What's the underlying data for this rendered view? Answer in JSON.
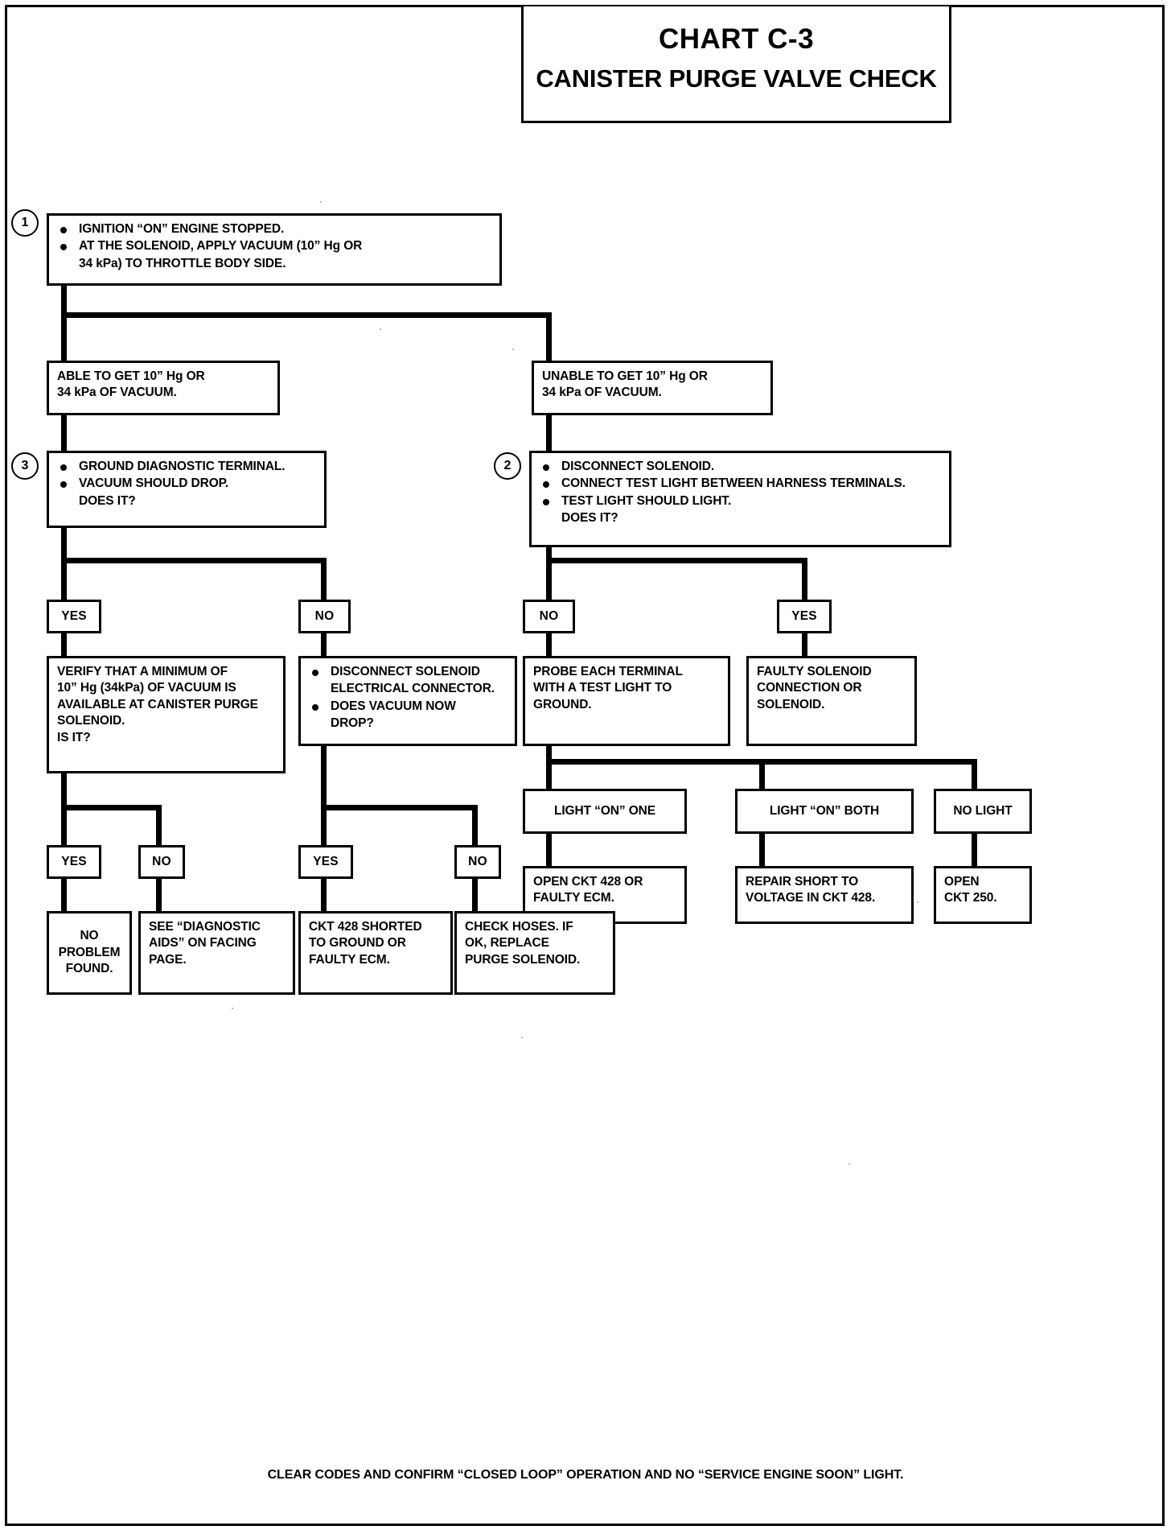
{
  "header": {
    "chart_number": "CHART C-3",
    "chart_title": "CANISTER PURGE VALVE CHECK"
  },
  "steps": {
    "one": "1",
    "two": "2",
    "three": "3"
  },
  "nodes": {
    "step1": {
      "name": "ignition-on-apply-vacuum",
      "lines": [
        "IGNITION “ON” ENGINE STOPPED.",
        "AT THE SOLENOID, APPLY VACUUM (10” Hg OR",
        "34 kPa) TO THROTTLE BODY SIDE."
      ]
    },
    "able": {
      "name": "able-to-get-vacuum",
      "lines": [
        "ABLE TO GET 10” Hg OR",
        "34 kPa OF VACUUM."
      ]
    },
    "unable": {
      "name": "unable-to-get-vacuum",
      "lines": [
        "UNABLE TO GET 10” Hg OR",
        "34 kPa OF VACUUM."
      ]
    },
    "step3": {
      "name": "ground-diagnostic-terminal",
      "lines": [
        "GROUND DIAGNOSTIC TERMINAL.",
        "VACUUM SHOULD DROP.",
        "DOES IT?"
      ]
    },
    "step2": {
      "name": "disconnect-solenoid-test-light",
      "lines": [
        "DISCONNECT SOLENOID.",
        "CONNECT TEST LIGHT BETWEEN HARNESS TERMINALS.",
        "TEST LIGHT SHOULD LIGHT.",
        "DOES IT?"
      ]
    },
    "verify": {
      "name": "verify-minimum-vacuum",
      "lines": [
        "VERIFY THAT A MINIMUM OF",
        "10” Hg (34kPa) OF VACUUM IS",
        "AVAILABLE AT CANISTER PURGE",
        "SOLENOID.",
        "IS IT?"
      ]
    },
    "disconnect_elec": {
      "name": "disconnect-solenoid-electrical-connector",
      "lines": [
        "DISCONNECT SOLENOID",
        "ELECTRICAL CONNECTOR.",
        "DOES VACUUM NOW",
        "DROP?"
      ]
    },
    "probe": {
      "name": "probe-each-terminal",
      "lines": [
        "PROBE EACH TERMINAL",
        "WITH A TEST LIGHT TO",
        "GROUND."
      ]
    },
    "faulty_solenoid": {
      "name": "faulty-solenoid-connection",
      "lines": [
        "FAULTY SOLENOID",
        "CONNECTION OR",
        "SOLENOID."
      ]
    },
    "light_one": {
      "name": "light-on-one",
      "lines": [
        "LIGHT “ON” ONE"
      ]
    },
    "light_both": {
      "name": "light-on-both",
      "lines": [
        "LIGHT “ON” BOTH"
      ]
    },
    "no_light": {
      "name": "no-light",
      "lines": [
        "NO LIGHT"
      ]
    },
    "open_ckt428": {
      "name": "open-ckt-428-or-faulty-ecm",
      "lines": [
        "OPEN CKT 428 OR",
        "FAULTY ECM."
      ]
    },
    "repair_short": {
      "name": "repair-short-to-voltage",
      "lines": [
        "REPAIR SHORT TO",
        "VOLTAGE IN CKT 428."
      ]
    },
    "open_ckt250": {
      "name": "open-ckt-250",
      "lines": [
        "OPEN",
        "CKT 250."
      ]
    },
    "no_problem": {
      "name": "no-problem-found",
      "lines": [
        "NO",
        "PROBLEM",
        "FOUND."
      ]
    },
    "see_aids": {
      "name": "see-diagnostic-aids",
      "lines": [
        "SEE “DIAGNOSTIC",
        "AIDS” ON FACING",
        "PAGE."
      ]
    },
    "ckt428_short": {
      "name": "ckt-428-shorted-to-ground",
      "lines": [
        "CKT 428 SHORTED",
        "TO GROUND OR",
        "FAULTY ECM."
      ]
    },
    "check_hoses": {
      "name": "check-hoses-replace-purge-solenoid",
      "lines": [
        "CHECK HOSES.  IF",
        "OK, REPLACE",
        "PURGE SOLENOID."
      ]
    }
  },
  "answers": {
    "yes": "YES",
    "no": "NO"
  },
  "footer": {
    "note": "CLEAR CODES AND CONFIRM “CLOSED LOOP”  OPERATION AND NO “SERVICE ENGINE SOON” LIGHT."
  },
  "colors": {
    "ink": "#000000",
    "paper": "#ffffff"
  },
  "chart_data": {
    "type": "flowchart",
    "title": "CHART C-3 — CANISTER PURGE VALVE CHECK",
    "nodes": [
      {
        "id": "step1",
        "step": 1,
        "kind": "instruction",
        "text": "IGNITION “ON” ENGINE STOPPED. / AT THE SOLENOID, APPLY VACUUM (10” Hg OR 34 kPa) TO THROTTLE BODY SIDE."
      },
      {
        "id": "able",
        "kind": "condition",
        "text": "ABLE TO GET 10” Hg OR 34 kPa OF VACUUM."
      },
      {
        "id": "unable",
        "kind": "condition",
        "text": "UNABLE TO GET 10” Hg OR 34 kPa OF VACUUM."
      },
      {
        "id": "step3",
        "step": 3,
        "kind": "test",
        "text": "GROUND DIAGNOSTIC TERMINAL. VACUUM SHOULD DROP. DOES IT?"
      },
      {
        "id": "step2",
        "step": 2,
        "kind": "test",
        "text": "DISCONNECT SOLENOID. CONNECT TEST LIGHT BETWEEN HARNESS TERMINALS. TEST LIGHT SHOULD LIGHT. DOES IT?"
      },
      {
        "id": "verify",
        "kind": "test",
        "text": "VERIFY THAT A MINIMUM OF 10” Hg (34kPa) OF VACUUM IS AVAILABLE AT CANISTER PURGE SOLENOID. IS IT?"
      },
      {
        "id": "disconnect_elec",
        "kind": "test",
        "text": "DISCONNECT SOLENOID ELECTRICAL CONNECTOR. DOES VACUUM NOW DROP?"
      },
      {
        "id": "probe",
        "kind": "test",
        "text": "PROBE EACH TERMINAL WITH A TEST LIGHT TO GROUND."
      },
      {
        "id": "faulty_solenoid",
        "kind": "result",
        "text": "FAULTY SOLENOID CONNECTION OR SOLENOID."
      },
      {
        "id": "light_one",
        "kind": "condition",
        "text": "LIGHT “ON” ONE"
      },
      {
        "id": "light_both",
        "kind": "condition",
        "text": "LIGHT “ON” BOTH"
      },
      {
        "id": "no_light",
        "kind": "condition",
        "text": "NO LIGHT"
      },
      {
        "id": "open_ckt428",
        "kind": "result",
        "text": "OPEN CKT 428 OR FAULTY ECM."
      },
      {
        "id": "repair_short",
        "kind": "result",
        "text": "REPAIR SHORT TO VOLTAGE IN CKT 428."
      },
      {
        "id": "open_ckt250",
        "kind": "result",
        "text": "OPEN CKT 250."
      },
      {
        "id": "no_problem",
        "kind": "result",
        "text": "NO PROBLEM FOUND."
      },
      {
        "id": "see_aids",
        "kind": "result",
        "text": "SEE “DIAGNOSTIC AIDS” ON FACING PAGE."
      },
      {
        "id": "ckt428_short",
        "kind": "result",
        "text": "CKT 428 SHORTED TO GROUND OR FAULTY ECM."
      },
      {
        "id": "check_hoses",
        "kind": "result",
        "text": "CHECK HOSES.  IF OK, REPLACE PURGE SOLENOID."
      }
    ],
    "edges": [
      {
        "from": "step1",
        "to": "able",
        "label": ""
      },
      {
        "from": "step1",
        "to": "unable",
        "label": ""
      },
      {
        "from": "able",
        "to": "step3",
        "label": ""
      },
      {
        "from": "unable",
        "to": "step2",
        "label": ""
      },
      {
        "from": "step3",
        "to": "verify",
        "label": "YES"
      },
      {
        "from": "step3",
        "to": "disconnect_elec",
        "label": "NO"
      },
      {
        "from": "step2",
        "to": "probe",
        "label": "NO"
      },
      {
        "from": "step2",
        "to": "faulty_solenoid",
        "label": "YES"
      },
      {
        "from": "verify",
        "to": "no_problem",
        "label": "YES"
      },
      {
        "from": "verify",
        "to": "see_aids",
        "label": "NO"
      },
      {
        "from": "disconnect_elec",
        "to": "ckt428_short",
        "label": "YES"
      },
      {
        "from": "disconnect_elec",
        "to": "check_hoses",
        "label": "NO"
      },
      {
        "from": "probe",
        "to": "light_one",
        "label": ""
      },
      {
        "from": "probe",
        "to": "light_both",
        "label": ""
      },
      {
        "from": "probe",
        "to": "no_light",
        "label": ""
      },
      {
        "from": "light_one",
        "to": "open_ckt428",
        "label": ""
      },
      {
        "from": "light_both",
        "to": "repair_short",
        "label": ""
      },
      {
        "from": "no_light",
        "to": "open_ckt250",
        "label": ""
      }
    ]
  }
}
